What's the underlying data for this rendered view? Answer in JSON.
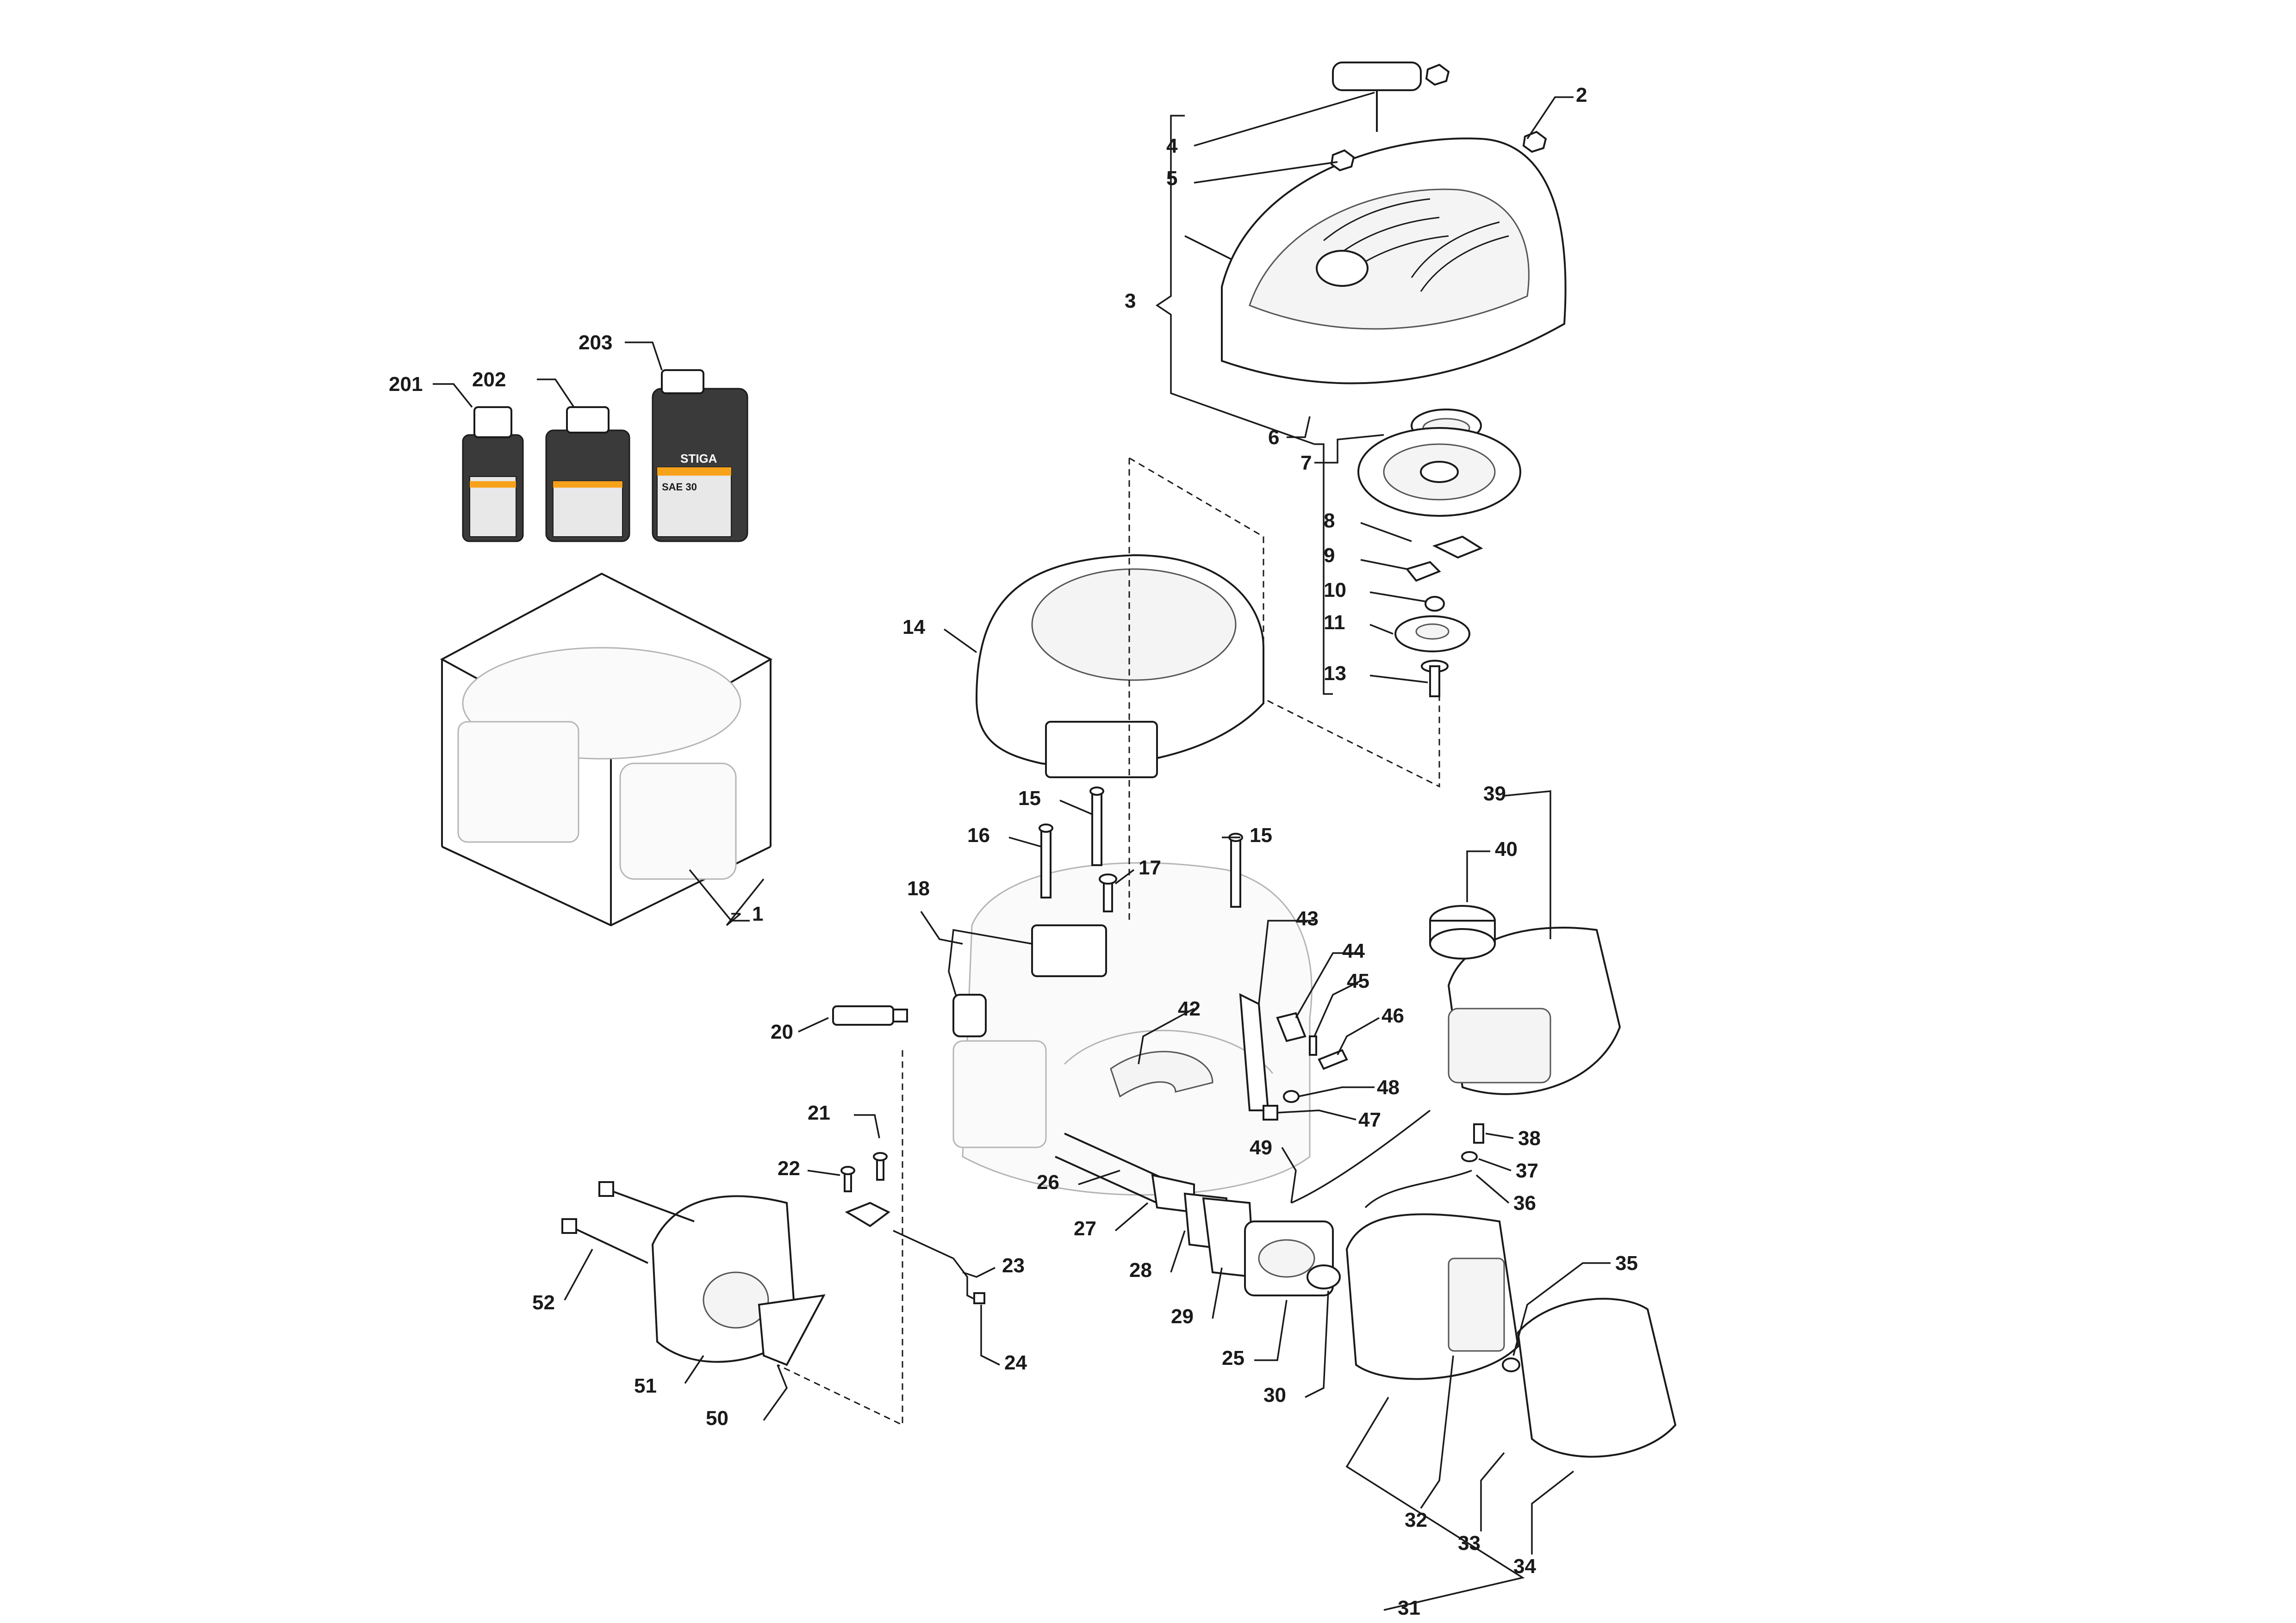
{
  "diagram": {
    "callouts": [
      {
        "id": "c1",
        "label": "1"
      },
      {
        "id": "c2",
        "label": "2"
      },
      {
        "id": "c3",
        "label": "3"
      },
      {
        "id": "c4",
        "label": "4"
      },
      {
        "id": "c5",
        "label": "5"
      },
      {
        "id": "c6",
        "label": "6"
      },
      {
        "id": "c7",
        "label": "7"
      },
      {
        "id": "c8",
        "label": "8"
      },
      {
        "id": "c9",
        "label": "9"
      },
      {
        "id": "c10",
        "label": "10"
      },
      {
        "id": "c11",
        "label": "11"
      },
      {
        "id": "c13",
        "label": "13"
      },
      {
        "id": "c14",
        "label": "14"
      },
      {
        "id": "c15a",
        "label": "15"
      },
      {
        "id": "c15b",
        "label": "15"
      },
      {
        "id": "c16",
        "label": "16"
      },
      {
        "id": "c17",
        "label": "17"
      },
      {
        "id": "c18",
        "label": "18"
      },
      {
        "id": "c20",
        "label": "20"
      },
      {
        "id": "c21",
        "label": "21"
      },
      {
        "id": "c22",
        "label": "22"
      },
      {
        "id": "c23",
        "label": "23"
      },
      {
        "id": "c24",
        "label": "24"
      },
      {
        "id": "c25",
        "label": "25"
      },
      {
        "id": "c26",
        "label": "26"
      },
      {
        "id": "c27",
        "label": "27"
      },
      {
        "id": "c28",
        "label": "28"
      },
      {
        "id": "c29",
        "label": "29"
      },
      {
        "id": "c30",
        "label": "30"
      },
      {
        "id": "c31",
        "label": "31"
      },
      {
        "id": "c32",
        "label": "32"
      },
      {
        "id": "c33",
        "label": "33"
      },
      {
        "id": "c34",
        "label": "34"
      },
      {
        "id": "c35",
        "label": "35"
      },
      {
        "id": "c36",
        "label": "36"
      },
      {
        "id": "c37",
        "label": "37"
      },
      {
        "id": "c38",
        "label": "38"
      },
      {
        "id": "c39",
        "label": "39"
      },
      {
        "id": "c40",
        "label": "40"
      },
      {
        "id": "c42",
        "label": "42"
      },
      {
        "id": "c43",
        "label": "43"
      },
      {
        "id": "c44",
        "label": "44"
      },
      {
        "id": "c45",
        "label": "45"
      },
      {
        "id": "c46",
        "label": "46"
      },
      {
        "id": "c47",
        "label": "47"
      },
      {
        "id": "c48",
        "label": "48"
      },
      {
        "id": "c49",
        "label": "49"
      },
      {
        "id": "c50",
        "label": "50"
      },
      {
        "id": "c51",
        "label": "51"
      },
      {
        "id": "c52",
        "label": "52"
      },
      {
        "id": "c201",
        "label": "201"
      },
      {
        "id": "c202",
        "label": "202"
      },
      {
        "id": "c203",
        "label": "203"
      }
    ],
    "brand": {
      "bottle_text": "STIGA",
      "bottle_sub": "SAE 30"
    },
    "colors": {
      "ink": "#1a1a1a",
      "accent": "#f7a21b",
      "ghost": "#b5b5b5"
    }
  }
}
